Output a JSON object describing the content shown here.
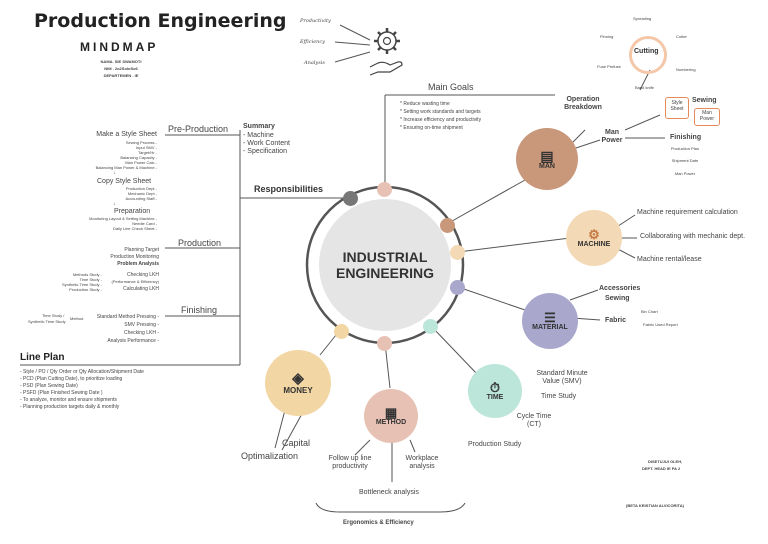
{
  "header": {
    "title": "Production Engineering",
    "subtitle": "MINDMAP",
    "author_lines": [
      "NAMA. SIE SWAMOTI",
      "NIM . 2o2SoloSo6",
      "DEPARTEMEN . IE"
    ]
  },
  "center": {
    "label": "INDUSTRIAL ENGINEERING"
  },
  "goals_icon": {
    "items": [
      "Productivity",
      "Efficiency",
      "Analysis"
    ]
  },
  "main_goals": {
    "title": "Main Goals",
    "items": [
      "Reduce wasting time",
      "Setting work standards and targets",
      "Increase efficiency and productivity",
      "Ensuring on-time shipment"
    ]
  },
  "responsibilities": {
    "title": "Responsibilities",
    "pre_production": {
      "title": "Pre-Production",
      "summary_title": "Summary",
      "summary_items": [
        "- Machine",
        "- Work Content",
        "- Specification"
      ],
      "make_style_sheet": "Make a Style Sheet",
      "make_items": [
        "Sewing Process -",
        "Input SMV -",
        "Target/Hr -",
        "Balancing Capacity -",
        "Man Power Calc -",
        "Balancing Man Power & Machine -"
      ],
      "copy_style_sheet": "Copy Style Sheet",
      "copy_items": [
        "Production Dept -",
        "Mechanic Dept -",
        "Accounting Staff -"
      ],
      "preparation": "Preparation",
      "prep_items": [
        "Monitoring Layout & Setting Machine -",
        "Needle Card -",
        "Daily Line Check Sheet -"
      ]
    },
    "production": {
      "title": "Production",
      "items": [
        "Planning Target",
        "Production Monitoring",
        "Problem Analysis"
      ],
      "checking_lkh": "Checking LKH",
      "checking_note": "(Performance & Efficiency)",
      "calculating_lkh": "Calculating LKH",
      "methods": [
        "Methods Study -",
        "Time Study -",
        "Synthetic Time Study -",
        "Production Study -"
      ]
    },
    "finishing": {
      "title": "Finishing",
      "items": [
        "Standard Method Pressing -",
        "SMV Pressing -",
        "Checking LKH -",
        "Analysis Performance -"
      ],
      "side_notes": [
        "Time Study /",
        "Synthetic Time Study"
      ],
      "method_note": "Method"
    }
  },
  "line_plan": {
    "title": "Line Plan",
    "items": [
      "- Style / PO / Qty Order or Qty Allocation/Shipment Date",
      "- PCD (Plan Cutting Date), to prioritize loading",
      "- PSD (Plan Sewing Date)",
      "- PSFD (Plan Finished Sewing Date )",
      "- To analyze, monitor and ensure shipments",
      "- Planning production targets daily & monthly"
    ]
  },
  "man": {
    "label": "MAN",
    "operation_breakdown": "Operation Breakdown",
    "man_power": "Man Power",
    "cutting": "Cutting",
    "cutting_items": [
      "Spreading",
      "Cutter",
      "Numbering",
      "Band knife",
      "Fuse Prefuse",
      "Pinning"
    ],
    "sewing": "Sewing",
    "sewing_items": [
      "Style Sheet",
      "Man Power"
    ],
    "finishing": "Finishing",
    "finishing_items": [
      "Production Plan",
      "Shipment Date",
      "Man Power"
    ]
  },
  "machine": {
    "label": "MACHINE",
    "items": [
      "Machine requirement calculation",
      "Collaborating with mechanic dept.",
      "Machine rental/lease"
    ]
  },
  "material": {
    "label": "MATERIAL",
    "accessories": "Accessories",
    "sewing": "Sewing",
    "fabric": "Fabric",
    "fabric_items": [
      "Bin Chart",
      "Fabric Used Report"
    ]
  },
  "time": {
    "label": "TIME",
    "items": [
      "Standard Minute Value (SMV)",
      "Time Study",
      "Cycle Time (CT)",
      "Production Study"
    ]
  },
  "method": {
    "label": "METHOD",
    "items": [
      "Follow up line productivity",
      "Workplace analysis",
      "Bottleneck analysis"
    ],
    "footer": "Ergonomics & Efficiency"
  },
  "money": {
    "label": "MONEY",
    "items": [
      "Capital",
      "Optimalization"
    ]
  },
  "signature": {
    "lines": [
      "DISETUJUI OLEH,",
      "DEPT. HEAD IE PA 2"
    ],
    "name": "(BETA KRISTIAN ALVICORITA)"
  },
  "colors": {
    "man": "#c9977a",
    "machine": "#f3d9b5",
    "material": "#a9a7cc",
    "time": "#bde6da",
    "method": "#e7c2b4",
    "money": "#f2d6a4",
    "accent": "#e68a5c"
  }
}
